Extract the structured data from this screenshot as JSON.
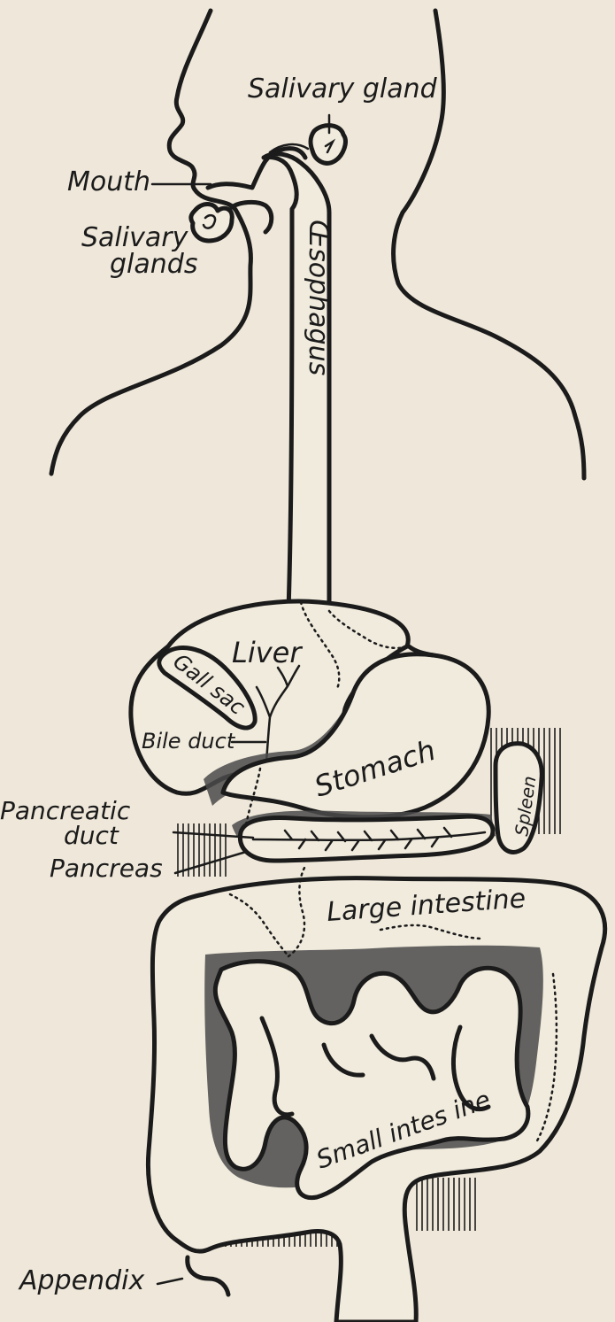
{
  "labels": {
    "salivary_gland": "Salivary gland",
    "mouth": "Mouth",
    "salivary_glands_1": "Salivary",
    "salivary_glands_2": "glands",
    "oesophagus": "Œsophagus",
    "liver": "Liver",
    "gall_sac": "Gall sac",
    "bile_duct": "Bile duct",
    "stomach": "Stomach",
    "spleen": "Spleen",
    "pancreatic_duct_1": "Pancreatic",
    "pancreatic_duct_2": "duct",
    "pancreas": "Pancreas",
    "large_intestine": "Large intestine",
    "small_intestine": "Small intes ine",
    "appendix": "Appendix"
  },
  "colors": {
    "paper": "#efe8da",
    "ink": "#1b1b1b",
    "shadow": "#4a4a4a"
  }
}
